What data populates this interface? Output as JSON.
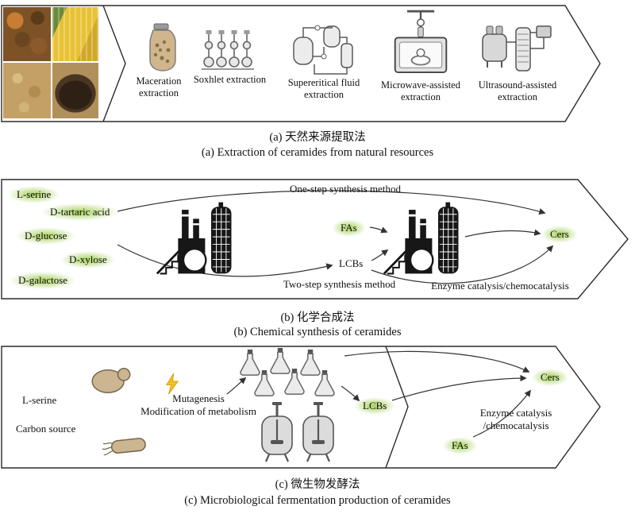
{
  "a": {
    "caption_zh": "(a) 天然来源提取法",
    "caption_en": "(a) Extraction of ceramides from natural resources",
    "methods": [
      "Maceration extraction",
      "Soxhlet extraction",
      "Supereritical fluid extraction",
      "Microwave-assisted extraction",
      "Ultrasound-assisted extraction"
    ]
  },
  "b": {
    "caption_zh": "(b) 化学合成法",
    "caption_en": "(b) Chemical synthesis of ceramides",
    "substrates": [
      "L-serine",
      "D-tartaric acid",
      "D-glucose",
      "D-xylose",
      "D-galactose"
    ],
    "one_step": "One-step synthesis method",
    "two_step": "Two-step synthesis method",
    "fas": "FAs",
    "lcbs": "LCBs",
    "enzyme": "Enzyme catalysis/chemocatalysis",
    "cers": "Cers"
  },
  "c": {
    "caption_zh": "(c) 微生物发酵法",
    "caption_en": "(c) Microbiological fermentation production of ceramides",
    "inputs": [
      "L-serine",
      "Carbon source"
    ],
    "mutagenesis": "Mutagenesis",
    "modification": "Modification of metabolism",
    "lcbs": "LCBs",
    "fas": "FAs",
    "cers": "Cers",
    "enzyme_line1": "Enzyme catalysis",
    "enzyme_line2": "/chemocatalysis"
  },
  "colors": {
    "glow_green": "#96c83c",
    "outline": "#2b2b2b"
  }
}
